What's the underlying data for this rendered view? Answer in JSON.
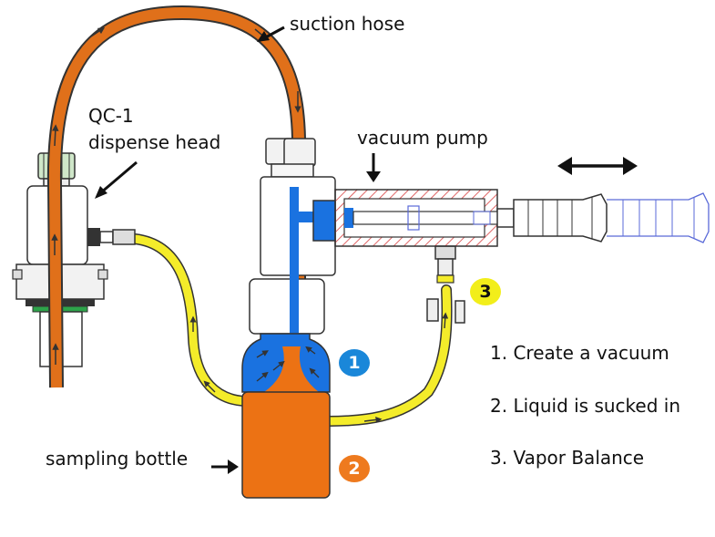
{
  "labels": {
    "suction_hose": "suction hose",
    "dispense_head_line1": "QC-1",
    "dispense_head_line2": "dispense head",
    "vacuum_pump": "vacuum pump",
    "sampling_bottle": "sampling bottle"
  },
  "badges": [
    {
      "number": "1",
      "color": "#1a87d9",
      "text_color": "#ffffff"
    },
    {
      "number": "2",
      "color": "#ee7a1e",
      "text_color": "#ffffff"
    },
    {
      "number": "3",
      "color": "#f2ee1a",
      "text_color": "#111111"
    }
  ],
  "steps": [
    "1. Create a vacuum",
    "2. Liquid is sucked in",
    "3. Vapor Balance"
  ],
  "colors": {
    "hose_orange": "#e0701a",
    "liquid_orange": "#ec7214",
    "vacuum_blue": "#1a72e0",
    "vapor_yellow": "#f4ec2a",
    "pump_hatch_red": "#d84040",
    "handle_blue_outline": "#5a6ad8"
  },
  "icons": [
    "double-arrow-icon",
    "pointer-arrow-icon"
  ]
}
